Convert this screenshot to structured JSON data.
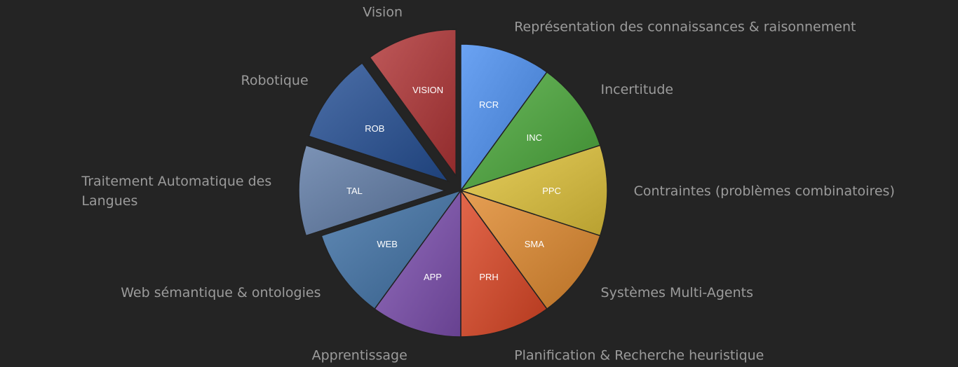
{
  "chart_data": {
    "type": "pie",
    "title": "",
    "slices": [
      {
        "code": "RCR",
        "label": "Représentation des connaissances & raisonnement",
        "label_lines": [
          "Représentation des connaissances & raisonnement"
        ],
        "value": 1,
        "color": "#4a8ff0",
        "exploded": false
      },
      {
        "code": "INC",
        "label": "Incertitude",
        "label_lines": [
          "Incertitude"
        ],
        "value": 1,
        "color": "#4aa83a",
        "exploded": false
      },
      {
        "code": "PPC",
        "label": "Contraintes (problèmes combinatoires)",
        "label_lines": [
          "Contraintes (problèmes combinatoires)"
        ],
        "value": 1,
        "color": "#e0c33a",
        "exploded": false
      },
      {
        "code": "SMA",
        "label": "Systèmes Multi-Agents",
        "label_lines": [
          "Systèmes Multi-Agents"
        ],
        "value": 1,
        "color": "#e08a2e",
        "exploded": false
      },
      {
        "code": "PRH",
        "label": "Planification & Recherche heuristique",
        "label_lines": [
          "Planification & Recherche heuristique"
        ],
        "value": 1,
        "color": "#dc4624",
        "exploded": false
      },
      {
        "code": "APP",
        "label": "Apprentissage",
        "label_lines": [
          "Apprentissage"
        ],
        "value": 1,
        "color": "#7d4fb0",
        "exploded": false
      },
      {
        "code": "WEB",
        "label": "Web sémantique & ontologies",
        "label_lines": [
          "Web sémantique & ontologies"
        ],
        "value": 1,
        "color": "#3f71a6",
        "exploded": false
      },
      {
        "code": "TAL",
        "label": "Traitement Automatique des Langues",
        "label_lines": [
          "Traitement Automatique des",
          "Langues"
        ],
        "value": 1,
        "color": "#5f7ba6",
        "exploded": true
      },
      {
        "code": "ROB",
        "label": "Robotique",
        "label_lines": [
          "Robotique"
        ],
        "value": 1,
        "color": "#254f95",
        "exploded": true
      },
      {
        "code": "VISION",
        "label": "Vision",
        "label_lines": [
          "Vision"
        ],
        "value": 1,
        "color": "#b13436",
        "exploded": true
      }
    ],
    "start": "12 o'clock",
    "direction": "clockwise",
    "legend": "none"
  }
}
